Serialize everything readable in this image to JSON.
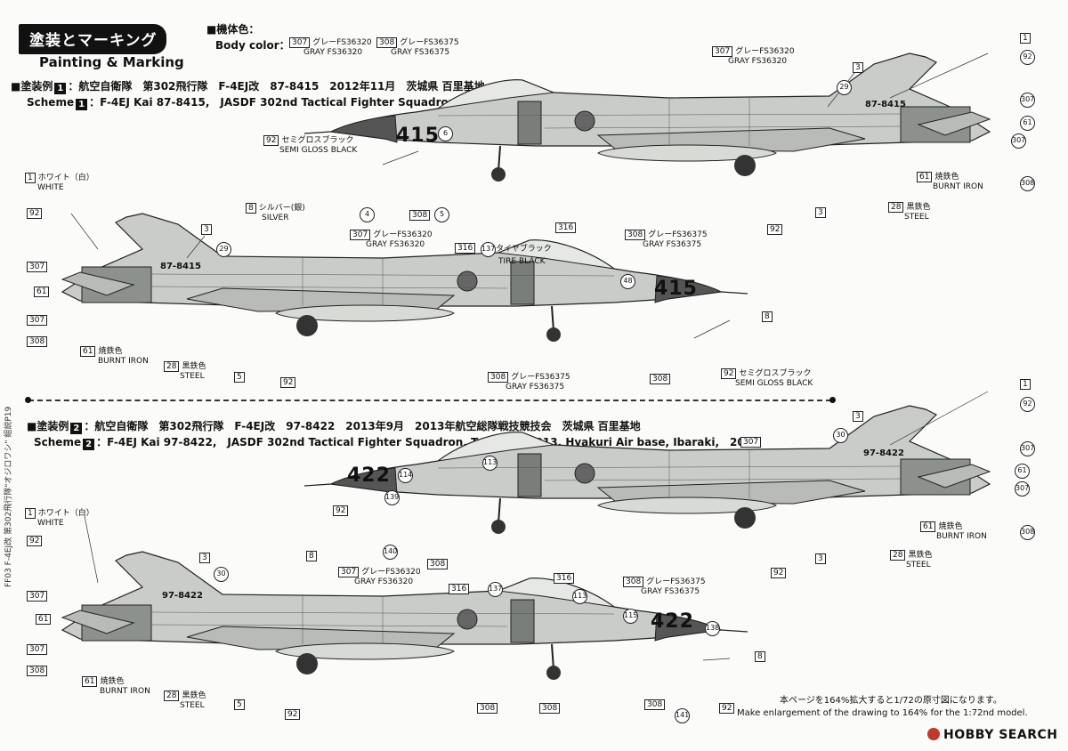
{
  "header": {
    "title_jp": "塗装とマーキング",
    "title_en": "Painting & Marking",
    "body_color_label_jp": "■機体色：",
    "body_color_label_en": "Body color：",
    "colors": [
      {
        "num": "307",
        "jp": "グレーFS36320",
        "en": "GRAY FS36320"
      },
      {
        "num": "308",
        "jp": "グレーFS36375",
        "en": "GRAY FS36375"
      }
    ]
  },
  "scheme1": {
    "title_prefix": "■塗装例",
    "num": "1",
    "title_jp": "：航空自衛隊　第302飛行隊　F-4EJ改　87-8415　2012年11月　茨城県 百里基地",
    "en_prefix": "Scheme",
    "title_en": "：F-4EJ Kai 87-8415,　JASDF 302nd Tactical Fighter Squadron, Hyakuri Air base, Ibaraki, Nov., 2012",
    "tail_number": "87-8415",
    "nose_number": "415"
  },
  "scheme2": {
    "title_prefix": "■塗装例",
    "num": "2",
    "title_jp": "：航空自衛隊　第302飛行隊　F-4EJ改　97-8422　2013年9月　2013年航空総隊戦技競技会　茨城県 百里基地",
    "en_prefix": "Scheme",
    "title_en": "：F-4EJ Kai 97-8422,　JASDF 302nd Tactical Fighter Squadron, Tac Meet 2013, Hyakuri Air base, Ibaraki,　2013",
    "tail_number": "97-8422",
    "nose_number": "422"
  },
  "callouts": {
    "white_jp": "ホワイト（白）",
    "white_en": "WHITE",
    "silver_jp": "シルバー(銀)",
    "silver_en": "SILVER",
    "sgb_jp": "セミグロスブラック",
    "sgb_en": "SEMI GLOSS BLACK",
    "tire_jp": "タイヤブラック",
    "tire_en": "TIRE BLACK",
    "burnt_jp": "焼鉄色",
    "burnt_en": "BURNT IRON",
    "steel_jp": "黒鉄色",
    "steel_en": "STEEL",
    "g307_jp": "グレーFS36320",
    "g307_en": "GRAY FS36320",
    "g308_jp": "グレーFS36375",
    "g308_en": "GRAY FS36375",
    "n1": "1",
    "n3": "3",
    "n4": "4",
    "n5": "5",
    "n6": "6",
    "n8": "8",
    "n28": "28",
    "n29": "29",
    "n30": "30",
    "n48": "48",
    "n61": "61",
    "n92": "92",
    "n113": "113",
    "n114": "114",
    "n115": "115",
    "n137": "137",
    "n138": "138",
    "n139": "139",
    "n140": "140",
    "n141": "141",
    "n307": "307",
    "n308": "308",
    "n316": "316"
  },
  "side_text": "FF03 F-4EJ改 第302飛行隊\"オジロワシ\" 組説P19",
  "footer": {
    "note_jp": "本ページを164%拡大すると1/72の原寸図になります。",
    "note_en": "Make enlargement of the drawing to 164% for the 1:72nd model.",
    "logo": "HOBBY SEARCH"
  },
  "colors_used": {
    "aircraft_gray": "#c9ccc8",
    "aircraft_dark": "#8d918d",
    "accent": "#111111"
  }
}
